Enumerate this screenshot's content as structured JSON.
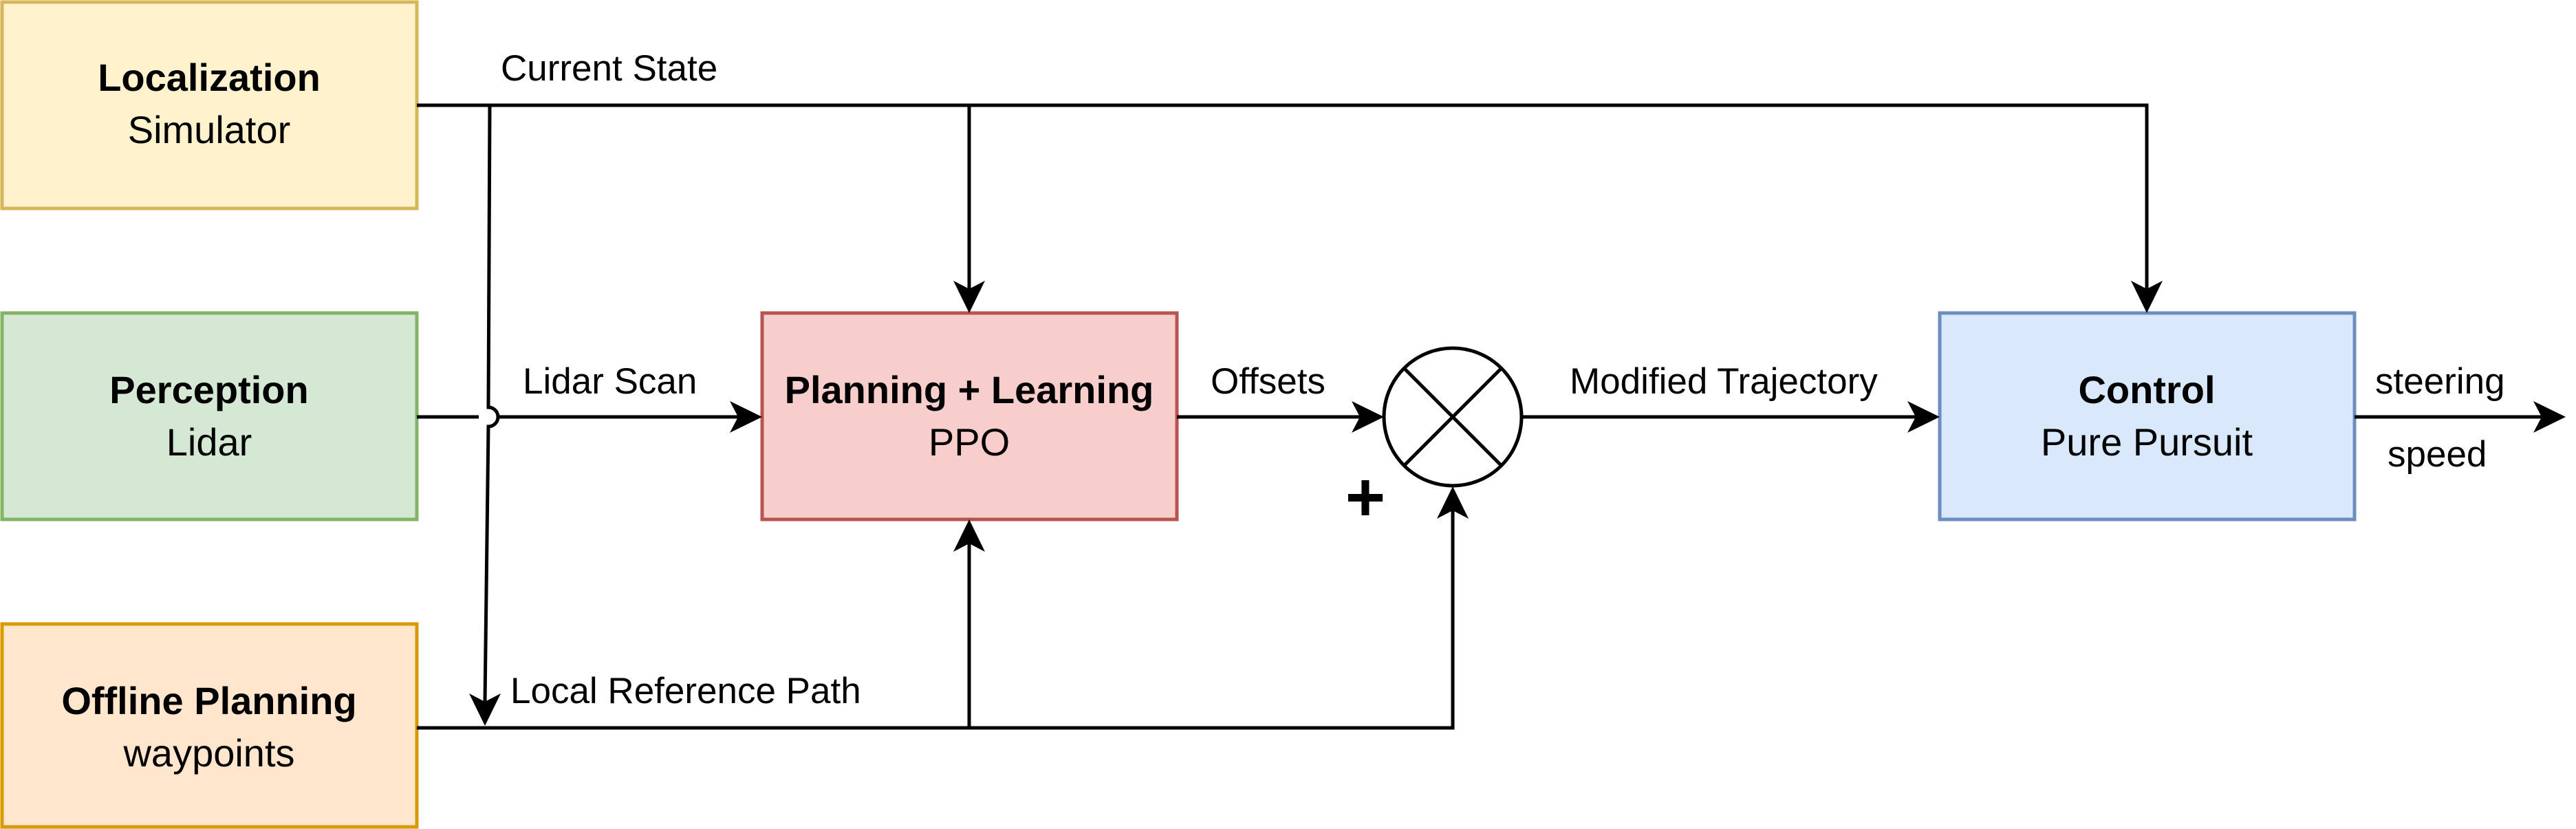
{
  "blocks": {
    "localization": {
      "title": "Localization",
      "subtitle": "Simulator",
      "fill": "#fff2cc",
      "stroke": "#d6b656"
    },
    "perception": {
      "title": "Perception",
      "subtitle": "Lidar",
      "fill": "#d5e8d4",
      "stroke": "#82b366"
    },
    "offline_planning": {
      "title": "Offline Planning",
      "subtitle": "waypoints",
      "fill": "#ffe6cc",
      "stroke": "#d79b00"
    },
    "planning_learning": {
      "title": "Planning + Learning",
      "subtitle": "PPO",
      "fill": "#f8cecc",
      "stroke": "#b85450"
    },
    "control": {
      "title": "Control",
      "subtitle": "Pure Pursuit",
      "fill": "#dae8fc",
      "stroke": "#6c8ebf"
    }
  },
  "edges": {
    "current_state": "Current State",
    "lidar_scan": "Lidar Scan",
    "local_reference_path": "Local Reference Path",
    "offsets": "Offsets",
    "modified_trajectory": "Modified Trajectory",
    "steering": "steering",
    "speed": "speed"
  },
  "summing_junction": {
    "sign": "+"
  }
}
